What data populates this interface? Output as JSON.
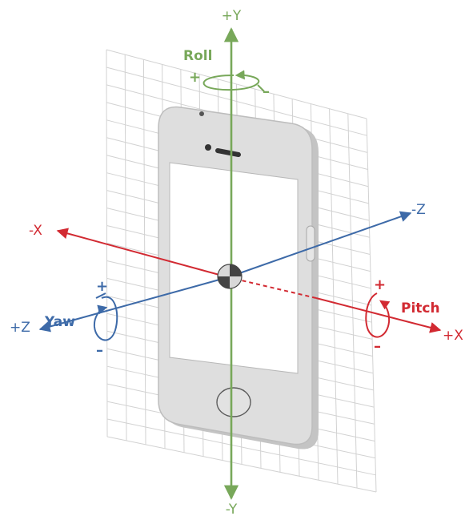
{
  "colors": {
    "x_axis": "#d22a32",
    "y_axis": "#78a85a",
    "z_axis": "#3d6aa8",
    "grid": "#d2d2d2",
    "device_body": "#dcdcdc",
    "device_edge": "#bdbdbd",
    "screen": "#ffffff"
  },
  "axes": {
    "y_pos": "+Y",
    "y_neg": "-Y",
    "x_pos": "+X",
    "x_neg": "-X",
    "z_pos": "+Z",
    "z_neg": "-Z"
  },
  "rotations": {
    "roll": {
      "label": "Roll",
      "plus": "+",
      "minus": "–"
    },
    "pitch": {
      "label": "Pitch",
      "plus": "+",
      "minus": "–"
    },
    "yaw": {
      "label": "Yaw",
      "plus": "+",
      "minus": "–"
    }
  },
  "icons": [
    "grid-plane",
    "phone-device",
    "origin-marker",
    "rotation-arrow-icon"
  ]
}
